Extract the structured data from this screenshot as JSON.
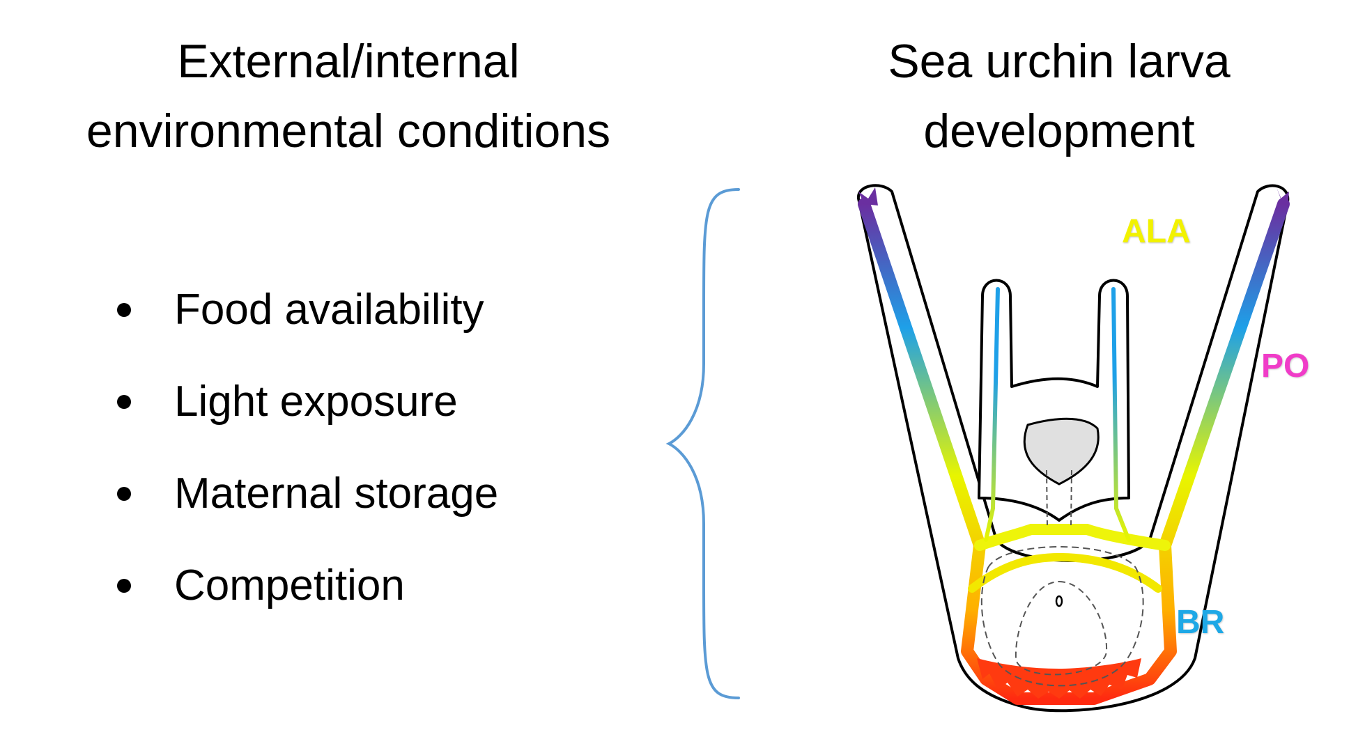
{
  "left_heading": {
    "line1": "External/internal",
    "line2": "environmental conditions"
  },
  "right_heading": {
    "line1": "Sea urchin larva",
    "line2": "development"
  },
  "factors": [
    "Food availability",
    "Light exposure",
    "Maternal storage",
    "Competition"
  ],
  "larva_labels": {
    "ala": "ALA",
    "po": "PO",
    "br": "BR"
  },
  "colors": {
    "brace": "#5B9BD5",
    "ala": "#F2F200",
    "po": "#F03CC8",
    "br": "#1EA8E6",
    "gradient_top": "#6A2FA0",
    "gradient_upper": "#1EA0E8",
    "gradient_mid": "#E8F500",
    "gradient_low": "#FFB000",
    "gradient_bottom": "#FF2A10"
  }
}
